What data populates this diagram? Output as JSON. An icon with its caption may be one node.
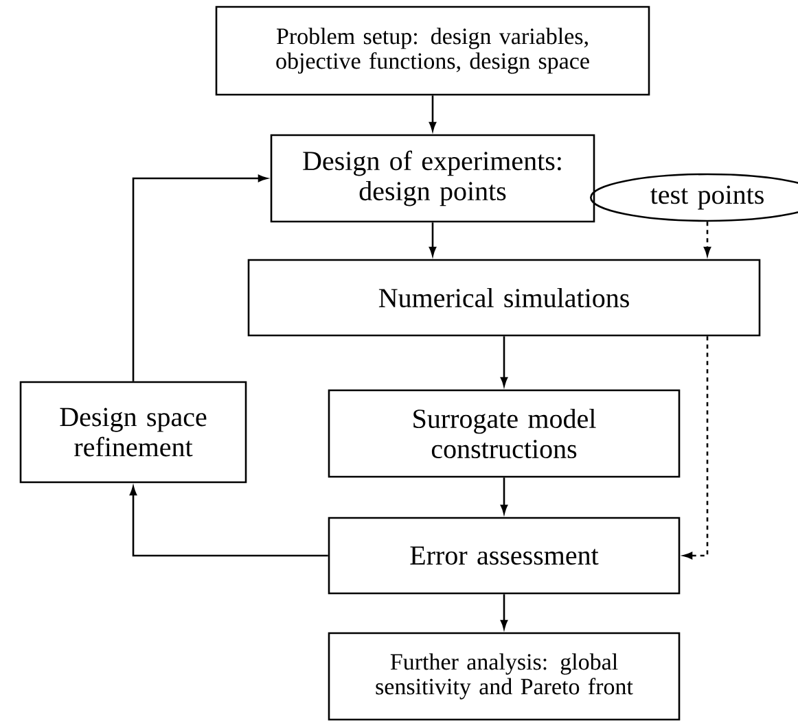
{
  "diagram": {
    "nodes": [
      {
        "text": [
          "Problem setup: design variables, objective functions, design space"
        ]
      },
      {
        "text": [
          "Design of experiments: design points"
        ]
      },
      {
        "text": [
          "test points"
        ]
      },
      {
        "text": [
          "Numerical simulations"
        ]
      },
      {
        "text": [
          "Design space refinement"
        ]
      },
      {
        "text": [
          "Surrogate model constructions"
        ]
      },
      {
        "text": [
          "Error assessment"
        ]
      },
      {
        "text": [
          "Further analysis: global sensitivity and Pareto front"
        ]
      }
    ],
    "edges": [
      {
        "from": 0,
        "to": 1,
        "arrow": "to"
      },
      {
        "from": 1,
        "to": 3,
        "arrow": "to"
      },
      {
        "from": 2,
        "to": 3,
        "arrow": "to",
        "style": "dashed"
      },
      {
        "from": 3,
        "to": 5,
        "arrow": "to"
      },
      {
        "from": 5,
        "to": 6,
        "arrow": "to"
      },
      {
        "from": 6,
        "to": 7,
        "arrow": "to"
      },
      {
        "from": 6,
        "to": 4,
        "arrow": "to"
      },
      {
        "from": 4,
        "to": 1,
        "arrow": "to"
      },
      {
        "from": 3,
        "to": 6,
        "arrow": "to",
        "style": "dashed"
      }
    ]
  }
}
